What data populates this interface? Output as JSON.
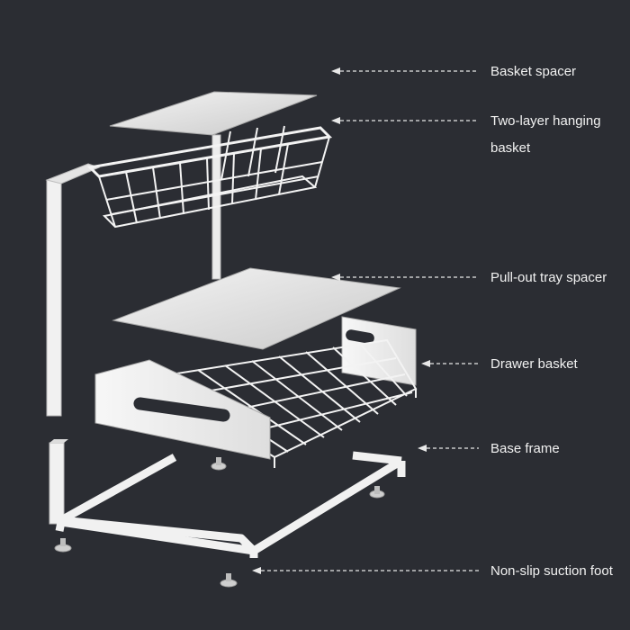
{
  "diagram": {
    "labels": [
      "Basket spacer",
      "Two-layer hanging basket",
      "Pull-out tray spacer",
      "Drawer basket",
      "Base frame",
      "Non-slip suction foot"
    ]
  }
}
